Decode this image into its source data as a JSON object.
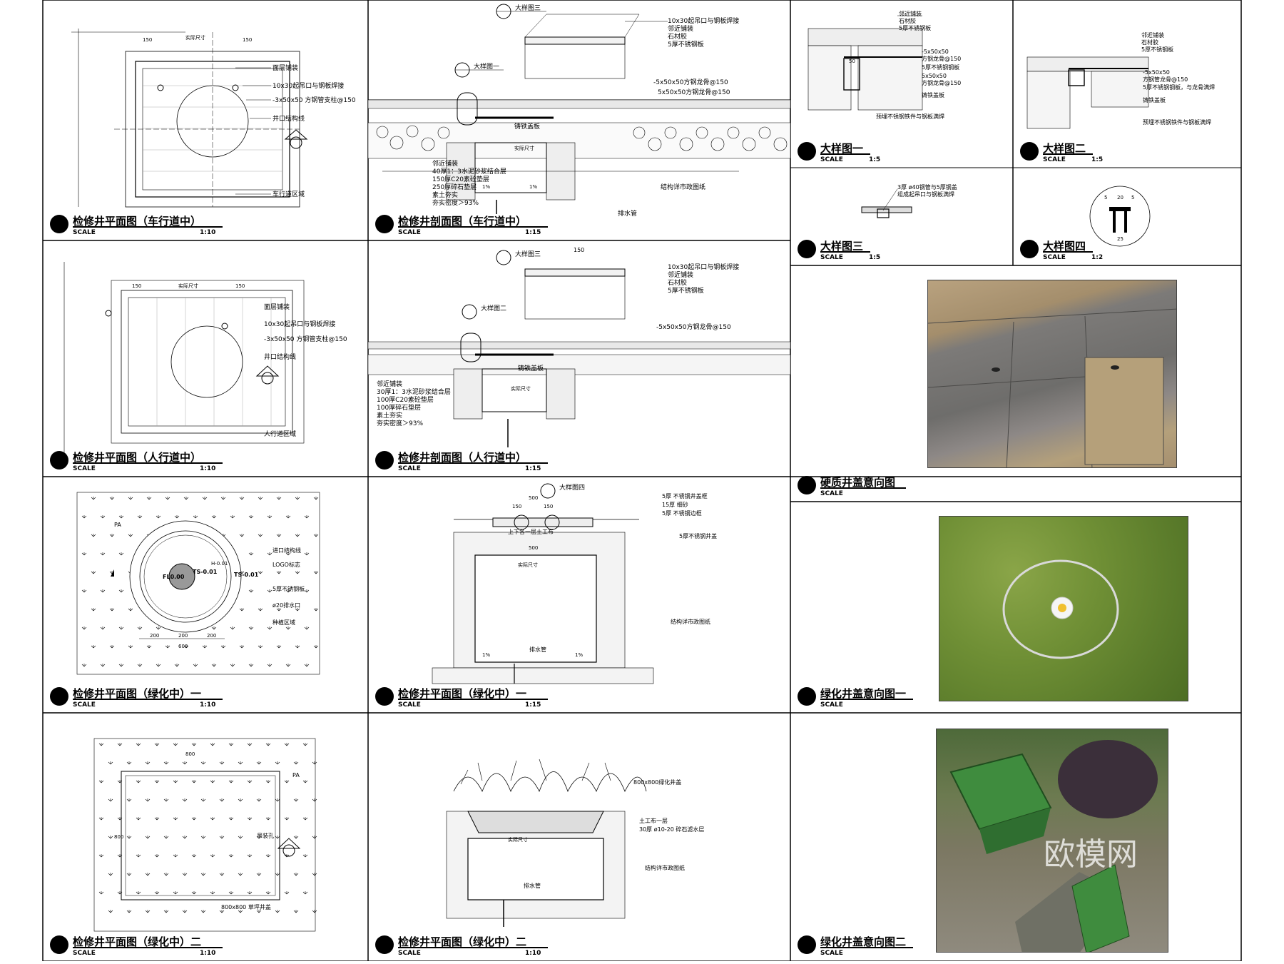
{
  "panels": [
    {
      "title": "检修井平面图（车行道中）",
      "scale_label": "SCALE",
      "scale": "1:10"
    },
    {
      "title": "检修井剖面图（车行道中）",
      "scale_label": "SCALE",
      "scale": "1:15"
    },
    {
      "title": "大样图一",
      "scale_label": "SCALE",
      "scale": "1:5"
    },
    {
      "title": "大样图二",
      "scale_label": "SCALE",
      "scale": "1:5"
    },
    {
      "title": "大样图三",
      "scale_label": "SCALE",
      "scale": "1:5"
    },
    {
      "title": "大样图四",
      "scale_label": "SCALE",
      "scale": "1:2"
    },
    {
      "title": "检修井平面图（人行道中）",
      "scale_label": "SCALE",
      "scale": "1:10"
    },
    {
      "title": "检修井剖面图（人行道中）",
      "scale_label": "SCALE",
      "scale": "1:15"
    },
    {
      "title": "硬质井盖意向图",
      "scale_label": "SCALE",
      "scale": ""
    },
    {
      "title": "检修井平面图（绿化中）一",
      "scale_label": "SCALE",
      "scale": "1:10"
    },
    {
      "title": "检修井平面图（绿化中）一",
      "scale_label": "SCALE",
      "scale": "1:15"
    },
    {
      "title": "绿化井盖意向图一",
      "scale_label": "SCALE",
      "scale": ""
    },
    {
      "title": "检修井平面图（绿化中）二",
      "scale_label": "SCALE",
      "scale": "1:10"
    },
    {
      "title": "检修井平面图（绿化中）二",
      "scale_label": "SCALE",
      "scale": "1:10"
    },
    {
      "title": "绿化井盖意向图二",
      "scale_label": "SCALE",
      "scale": ""
    }
  ],
  "labels": {
    "p1": [
      "面层铺装",
      "10x30起吊口与钢板焊接",
      "-3x50x50 方钢管支柱@150",
      "井口结构线",
      "车行道区域",
      "实际尺寸",
      "150",
      "150"
    ],
    "p2": [
      "大样图三",
      "大样图一",
      "10x30起吊口与钢板焊接",
      "邻近铺装",
      "石材胶",
      "5厚不锈钢板",
      "-5x50x50方钢龙骨@150",
      "5x50x50方钢龙骨@150",
      "铸铁盖板",
      "实际尺寸",
      "邻近铺装",
      "40厚1：3水泥砂浆结合层",
      "150厚C20素砼垫层",
      "250厚碎石垫层",
      "素土夯实",
      "夯实密度＞93%",
      "结构详市政图纸",
      "排水管",
      "1%",
      "1%"
    ],
    "p3": [
      "邻近铺装",
      "石材胶",
      "5厚不锈钢板",
      "-5x50x50",
      "方钢龙骨@150",
      "5厚不锈钢钢板",
      "5x50x50",
      "方钢龙骨@150",
      "铸铁盖板",
      "预埋不锈钢铁件与钢板满焊",
      "50"
    ],
    "p4": [
      "邻近铺装",
      "石材胶",
      "5厚不锈钢板",
      "-5x50x50",
      "方钢管龙骨@150",
      "5厚不锈钢钢板，与龙骨满焊",
      "铸铁盖板",
      "预埋不锈钢铁件与钢板满焊"
    ],
    "p5": [
      "3厚 ø40钢管与5厚钢盖",
      "组成起吊口与钢板满焊"
    ],
    "p6": [
      "5",
      "20",
      "5",
      "25"
    ],
    "p7": [
      "面层铺装",
      "10x30起吊口与钢板焊接",
      "-3x50x50 方钢管支柱@150",
      "井口结构线",
      "人行道区域",
      "实际尺寸",
      "150",
      "150"
    ],
    "p8": [
      "大样图三",
      "大样图二",
      "150",
      "10x30起吊口与钢板焊接",
      "邻近铺装",
      "石材胶",
      "5厚不锈钢板",
      "-5x50x50方钢龙骨@150",
      "铸铁盖板",
      "实际尺寸",
      "邻近铺装",
      "30厚1：3水泥砂浆结合层",
      "100厚C20素砼垫层",
      "100厚碎石垫层",
      "素土夯实",
      "夯实密度＞93%"
    ],
    "p10": [
      "PA",
      "进口结构线",
      "LOGO标志",
      "5厚不锈钢板",
      "ø20排水口",
      "种植区域",
      "FL0.00",
      "TS-0.01",
      "H-0.01",
      "TS-0.01",
      "200",
      "200",
      "200",
      "600"
    ],
    "p11": [
      "大样图四",
      "5厚 不锈钢井盖框",
      "15厚 细砂",
      "5厚 不锈钢边框",
      "上下各一层土工布",
      "5厚不锈钢井盖",
      "500",
      "500",
      "实际尺寸",
      "结构详市政图纸",
      "排水管",
      "150",
      "150",
      "1%",
      "1%"
    ],
    "p13": [
      "800",
      "800",
      "PA",
      "吊装孔",
      "800x800 草坪井盖"
    ],
    "p14": [
      "800x800绿化井盖",
      "土工布一层",
      "30厚 ø10-20 碎石滤水层",
      "实际尺寸",
      "结构详市政图纸",
      "排水管"
    ],
    "photo15": [
      "欧模网"
    ]
  },
  "colors": {
    "ink": "#000000",
    "background": "#ffffff",
    "grid": "#000000",
    "watermark": "#c8c8c8"
  }
}
